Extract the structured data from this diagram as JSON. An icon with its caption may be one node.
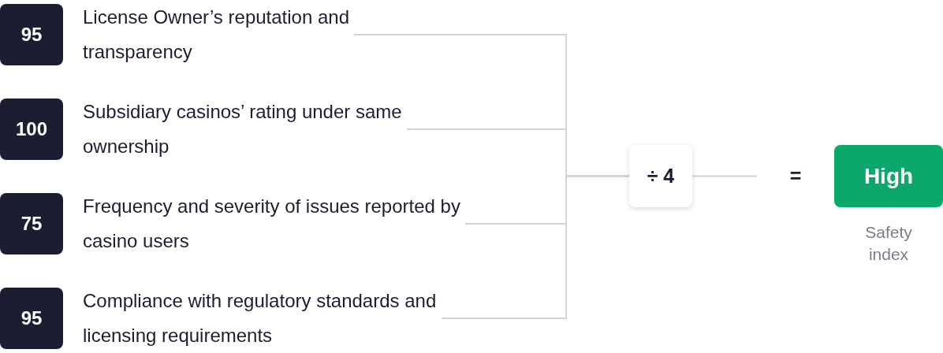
{
  "diagram": {
    "nodes": [
      {
        "text": [
          "95"
        ],
        "beside": [
          "License Owner’s reputation and transparency"
        ]
      },
      {
        "text": [
          "100"
        ],
        "beside": [
          "Subsidiary casinos’ rating under same ownership"
        ]
      },
      {
        "text": [
          "75"
        ],
        "beside": [
          "Frequency and severity of issues reported by casino users"
        ]
      },
      {
        "text": [
          "95"
        ],
        "beside": [
          "Compliance with regulatory standards and licensing requirements"
        ]
      },
      {
        "text": [
          "÷ 4"
        ]
      },
      {
        "text": [
          "="
        ]
      },
      {
        "text": [
          "High"
        ],
        "beside": [
          "Safety index"
        ]
      }
    ],
    "edges": [
      {
        "from": 0,
        "to": 4,
        "arrow": "none"
      },
      {
        "from": 1,
        "to": 4,
        "arrow": "none"
      },
      {
        "from": 2,
        "to": 4,
        "arrow": "none"
      },
      {
        "from": 3,
        "to": 4,
        "arrow": "none"
      },
      {
        "from": 4,
        "to": 5,
        "arrow": "none"
      }
    ]
  }
}
